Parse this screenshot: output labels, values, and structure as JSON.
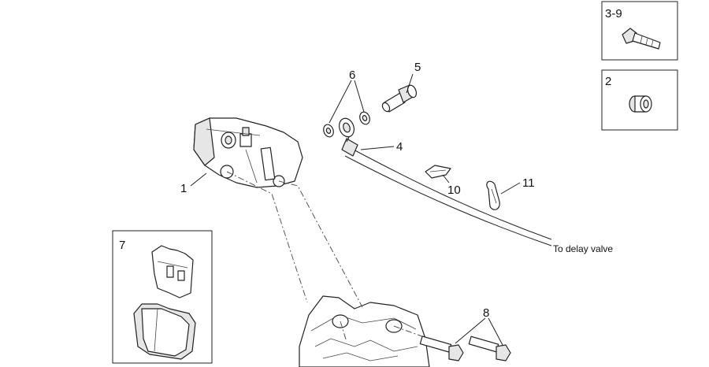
{
  "diagram": {
    "callouts": {
      "c1": "1",
      "c4": "4",
      "c5": "5",
      "c6": "6",
      "c7": "7",
      "c8": "8",
      "c10": "10",
      "c11": "11"
    },
    "boxes": {
      "bolt_box": "3-9",
      "spacer_box": "2",
      "pads_box": "7"
    },
    "hose_note": "To delay valve"
  }
}
